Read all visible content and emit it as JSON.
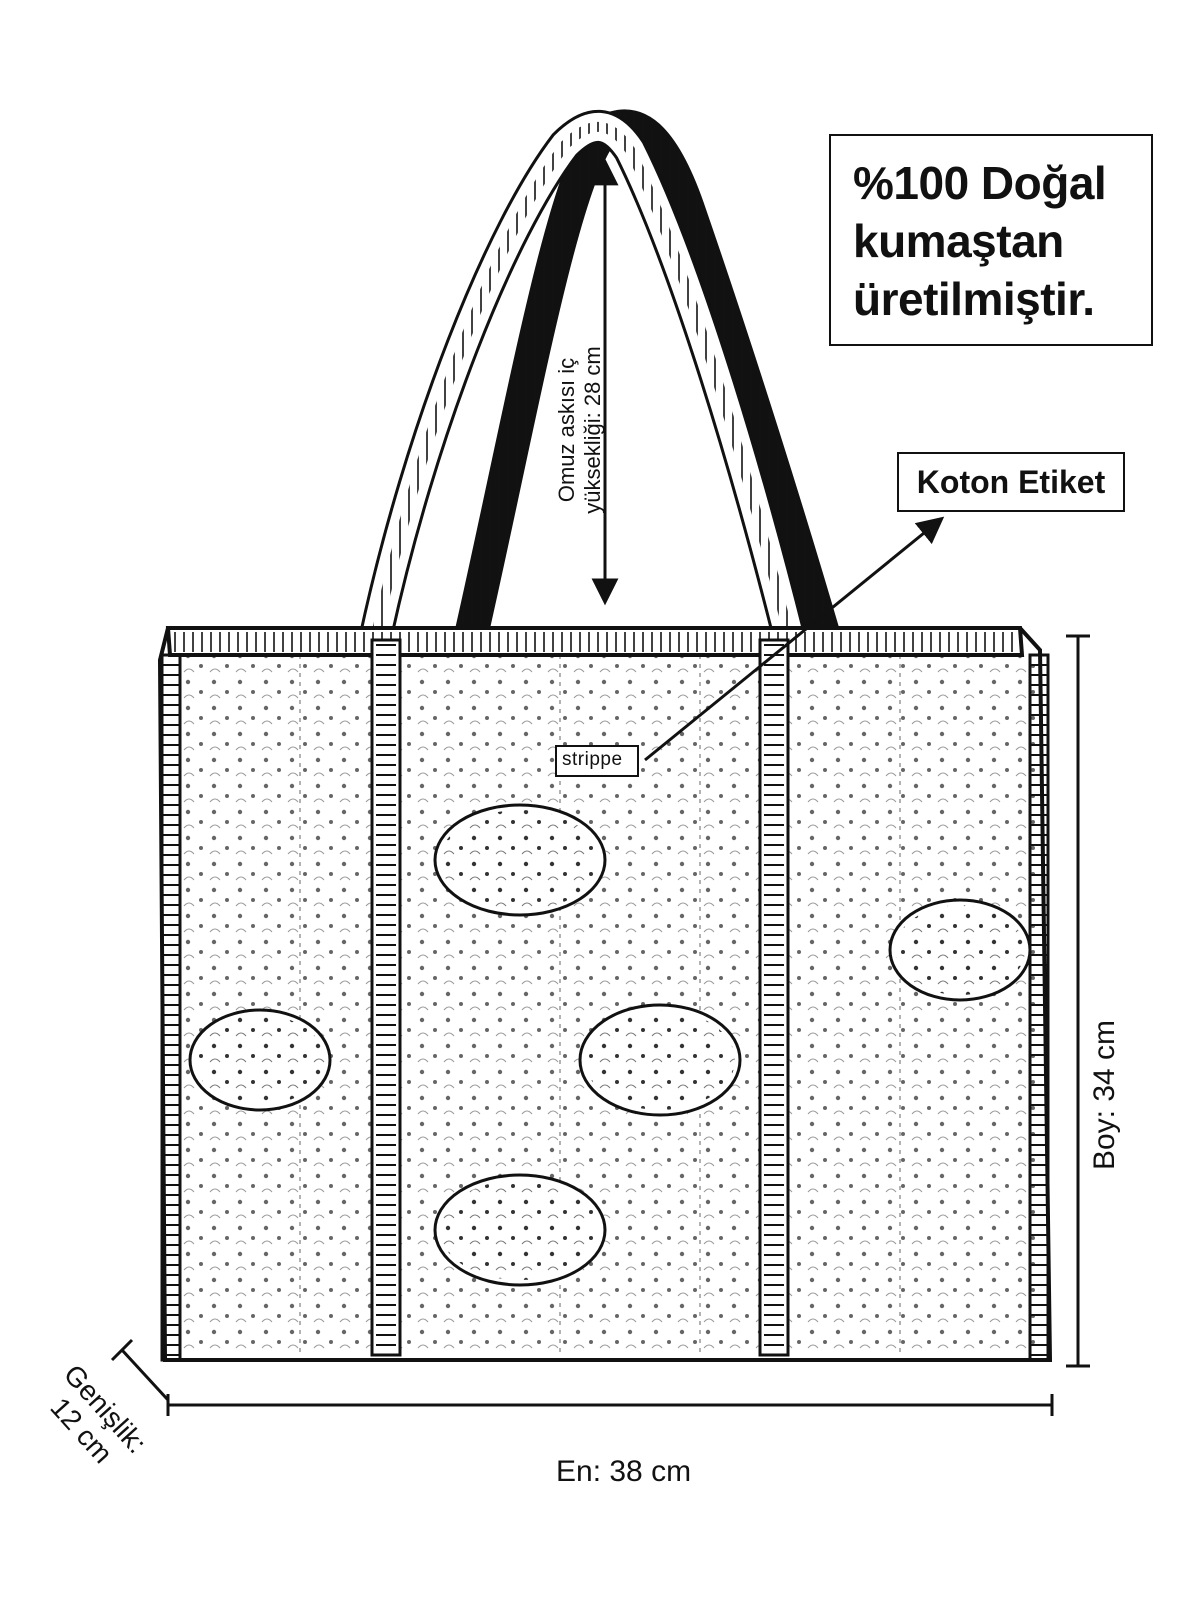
{
  "info": {
    "lines": [
      "%100 Doğal",
      "kumaştan",
      "üretilmiştir."
    ]
  },
  "label_callout": "Koton Etiket",
  "brand_tag": "strippe",
  "dimensions": {
    "width": "En: 38 cm",
    "height": "Boy: 34 cm",
    "strap_line1": "Omuz askısı iç",
    "strap_line2": "yüksekliği: 28 cm",
    "depth_line1": "Genişlik:",
    "depth_line2": "12 cm"
  },
  "colors": {
    "ink": "#111111",
    "background": "#ffffff"
  }
}
